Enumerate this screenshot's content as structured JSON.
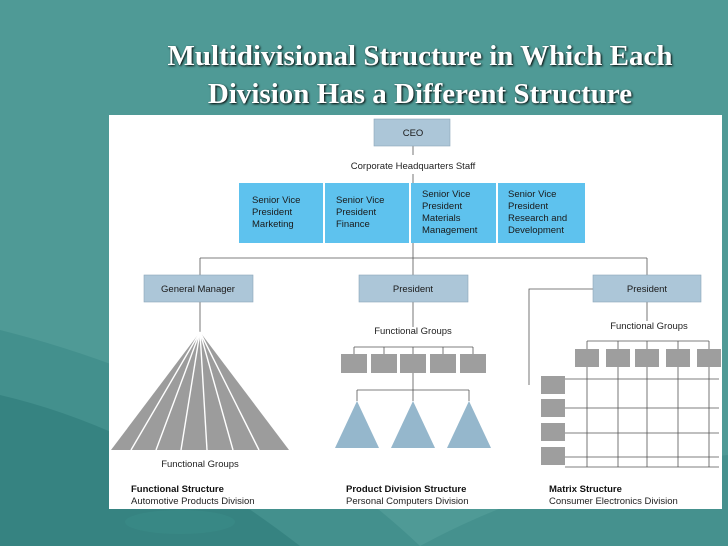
{
  "slide": {
    "title_line1": "Multidivisional Structure in Which Each",
    "title_line2": "Division Has a Different Structure"
  },
  "colors": {
    "background": "#4f9a96",
    "box_light_blue": "#acc6d8",
    "box_bright_blue": "#5ec2ee",
    "gray_shape": "#9c9c9c",
    "small_box_gray": "#9e9e9e",
    "triangle_blue": "#95b7cc"
  },
  "org": {
    "ceo": "CEO",
    "staff": "Corporate Headquarters Staff",
    "vps": [
      [
        "Senior Vice",
        "President",
        "Marketing"
      ],
      [
        "Senior Vice",
        "President",
        "Finance"
      ],
      [
        "Senior Vice",
        "President",
        "Materials",
        "Management"
      ],
      [
        "Senior Vice",
        "President",
        "Research and",
        "Development"
      ]
    ],
    "divisions": [
      {
        "head": "General Manager",
        "groups_label": "Functional Groups",
        "structure": "Functional Structure",
        "division": "Automotive Products Division"
      },
      {
        "head": "President",
        "groups_label": "Functional Groups",
        "structure": "Product Division Structure",
        "division": "Personal Computers Division"
      },
      {
        "head": "President",
        "groups_label": "Functional Groups",
        "structure": "Matrix Structure",
        "division": "Consumer Electronics Division"
      }
    ]
  }
}
